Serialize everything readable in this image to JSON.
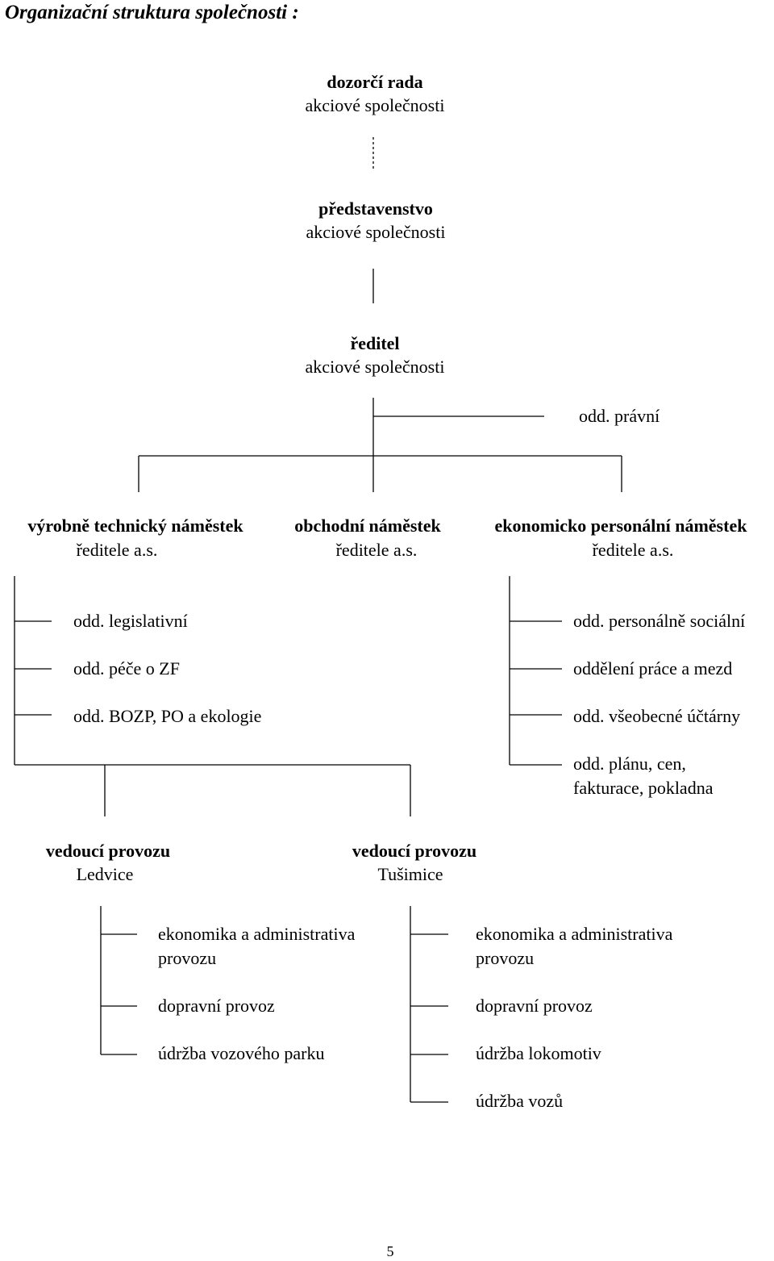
{
  "title": "Organizační struktura společnosti :",
  "board": {
    "name": "dozorčí rada",
    "sub": "akciové společnosti"
  },
  "executive_board": {
    "name": "představenstvo",
    "sub": "akciové společnosti"
  },
  "director": {
    "name": "ředitel",
    "sub": "akciové společnosti",
    "legal_dept": "odd. právní"
  },
  "deputies": [
    {
      "name": "výrobně technický náměstek",
      "sub": "ředitele a.s."
    },
    {
      "name": "obchodní náměstek",
      "sub": "ředitele a.s."
    },
    {
      "name": "ekonomicko personální náměstek",
      "sub": "ředitele a.s."
    }
  ],
  "technical_depts": [
    "odd. legislativní",
    "odd. péče o ZF",
    "odd. BOZP, PO a ekologie"
  ],
  "economic_depts": [
    "odd. personálně sociální",
    "oddělení práce a mezd",
    "odd. všeobecné účtárny",
    "odd. plánu, cen,",
    "fakturace, pokladna"
  ],
  "plants": [
    {
      "name": "vedoucí provozu",
      "place": "Ledvice"
    },
    {
      "name": "vedoucí provozu",
      "place": "Tušimice"
    }
  ],
  "ledvice_units": [
    "ekonomika a administrativa",
    "provozu",
    "dopravní provoz",
    "údržba vozového parku"
  ],
  "tusimice_units": [
    "ekonomika a administrativa",
    "provozu",
    "dopravní provoz",
    "údržba lokomotiv",
    "údržba vozů"
  ],
  "page_number": "5"
}
